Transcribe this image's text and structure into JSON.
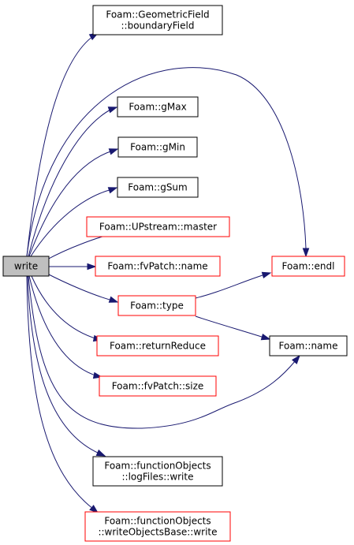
{
  "nodes": [
    {
      "id": "write",
      "lines": [
        "write"
      ],
      "style": "root",
      "link": false
    },
    {
      "id": "boundaryField",
      "lines": [
        "Foam::GeometricField",
        "::boundaryField"
      ],
      "style": "black",
      "link": true
    },
    {
      "id": "gMax",
      "lines": [
        "Foam::gMax"
      ],
      "style": "black",
      "link": true
    },
    {
      "id": "gMin",
      "lines": [
        "Foam::gMin"
      ],
      "style": "black",
      "link": true
    },
    {
      "id": "gSum",
      "lines": [
        "Foam::gSum"
      ],
      "style": "black",
      "link": true
    },
    {
      "id": "master",
      "lines": [
        "Foam::UPstream::master"
      ],
      "style": "red",
      "link": true
    },
    {
      "id": "fvPatchName",
      "lines": [
        "Foam::fvPatch::name"
      ],
      "style": "red",
      "link": true
    },
    {
      "id": "endl",
      "lines": [
        "Foam::endl"
      ],
      "style": "red",
      "link": true
    },
    {
      "id": "type",
      "lines": [
        "Foam::type"
      ],
      "style": "red",
      "link": true
    },
    {
      "id": "name",
      "lines": [
        "Foam::name"
      ],
      "style": "black",
      "link": true
    },
    {
      "id": "returnReduce",
      "lines": [
        "Foam::returnReduce"
      ],
      "style": "red",
      "link": true
    },
    {
      "id": "size",
      "lines": [
        "Foam::fvPatch::size"
      ],
      "style": "red",
      "link": true
    },
    {
      "id": "logFilesWrite",
      "lines": [
        "Foam::functionObjects",
        "::logFiles::write"
      ],
      "style": "black",
      "link": true
    },
    {
      "id": "writeObjectsBaseWrite",
      "lines": [
        "Foam::functionObjects",
        "::writeObjectsBase::write"
      ],
      "style": "red",
      "link": true
    }
  ],
  "edges": [
    {
      "from": "write",
      "to": "boundaryField"
    },
    {
      "from": "write",
      "to": "endl"
    },
    {
      "from": "write",
      "to": "gMax"
    },
    {
      "from": "write",
      "to": "gMin"
    },
    {
      "from": "write",
      "to": "gSum"
    },
    {
      "from": "write",
      "to": "master"
    },
    {
      "from": "write",
      "to": "fvPatchName"
    },
    {
      "from": "write",
      "to": "type"
    },
    {
      "from": "write",
      "to": "returnReduce"
    },
    {
      "from": "write",
      "to": "size"
    },
    {
      "from": "write",
      "to": "name"
    },
    {
      "from": "write",
      "to": "logFilesWrite"
    },
    {
      "from": "write",
      "to": "writeObjectsBaseWrite"
    },
    {
      "from": "type",
      "to": "endl"
    },
    {
      "from": "type",
      "to": "name"
    }
  ],
  "colors": {
    "edge": "#191970",
    "red_border": "#ff0000",
    "black_border": "#000000",
    "root_fill": "#bfbfbf"
  }
}
